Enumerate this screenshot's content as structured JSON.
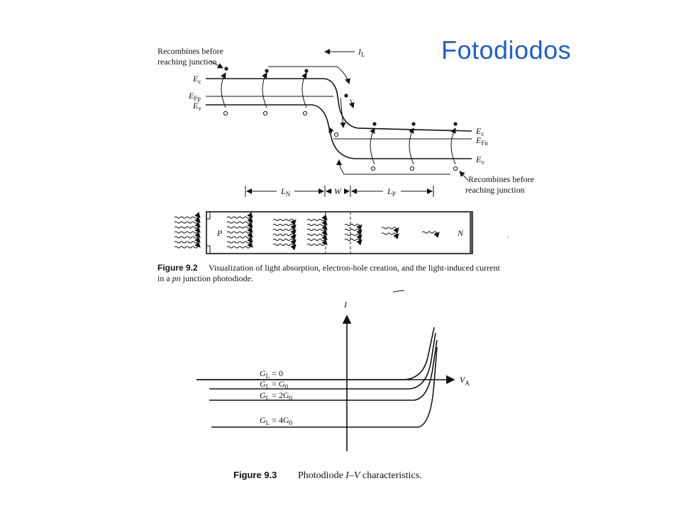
{
  "slide": {
    "title": "Fotodiodos"
  },
  "band_diagram": {
    "recombine_left_line1": "Recombines before",
    "recombine_left_line2": "reaching junction",
    "recombine_right_line1": "Recombines before",
    "recombine_right_line2": "reaching junction",
    "current_label": "I",
    "current_sub": "L",
    "ec_left": "E",
    "ec_left_sub": "c",
    "efp_left": "E",
    "efp_left_sub": "Fp",
    "ev_left": "E",
    "ev_left_sub": "v",
    "ec_right": "E",
    "ec_right_sub": "c",
    "efn_right": "E",
    "efn_right_sub": "Fn",
    "ev_right": "E",
    "ev_right_sub": "v",
    "ln_label": "L",
    "ln_sub": "N",
    "w_label": "W",
    "lp_label": "L",
    "lp_sub": "P"
  },
  "junction_bar": {
    "p_label": "P",
    "n_label": "N"
  },
  "figure_9_2": {
    "number": "Figure 9.2",
    "text_line1": "Visualization of light absorption, electron-hole creation, and the light-induced current",
    "text_line2_pre": "in a ",
    "text_line2_it": "pn",
    "text_line2_post": " junction photodiode."
  },
  "iv_chart": {
    "y_axis": "I",
    "x_axis": "V",
    "x_axis_sub": "A",
    "curve_labels": [
      {
        "main": "G",
        "sub": "L",
        "rest": " = 0"
      },
      {
        "main": "G",
        "sub": "L",
        "rest": " = G",
        "sub2": "0"
      },
      {
        "main": "G",
        "sub": "L",
        "rest": " = 2G",
        "sub2": "0"
      },
      {
        "main": "G",
        "sub": "L",
        "rest": " = 4G",
        "sub2": "0"
      }
    ]
  },
  "figure_9_3": {
    "number": "Figure 9.3",
    "text_pre": "Photodiode ",
    "text_it": "I–V",
    "text_post": " characteristics."
  }
}
